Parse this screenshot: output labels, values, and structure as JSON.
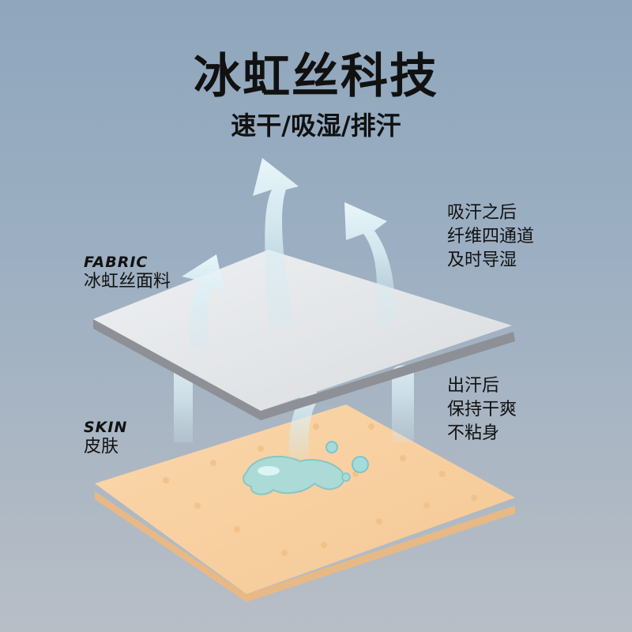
{
  "header": {
    "title": "冰虹丝科技",
    "subtitle": "速干/吸湿/排汗"
  },
  "fabric": {
    "label_en": "FABRIC",
    "label_zh": "冰虹丝面料"
  },
  "skin": {
    "label_en": "SKIN",
    "label_zh": "皮肤"
  },
  "notes": {
    "top": [
      "吸汗之后",
      "纤维四通道",
      "及时导湿"
    ],
    "bottom": [
      "出汗后",
      "保持干爽",
      "不粘身"
    ]
  },
  "colors": {
    "background_top": "#8fa6bc",
    "fabric": "#e6e8eb",
    "skin": "#f7cfa0",
    "arrow": "#cfe8f0",
    "droplet": "#9fd8d8"
  }
}
